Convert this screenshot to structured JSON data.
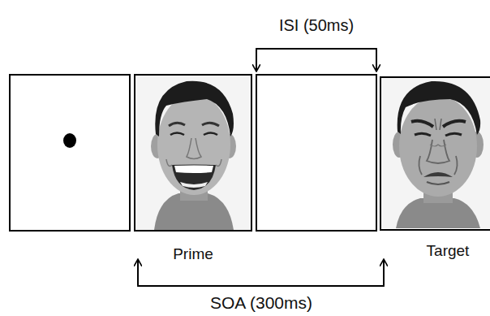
{
  "diagram": {
    "labels": [
      "ISI (50ms)",
      "Prime",
      "Target",
      "SOA (300ms)"
    ]
  }
}
